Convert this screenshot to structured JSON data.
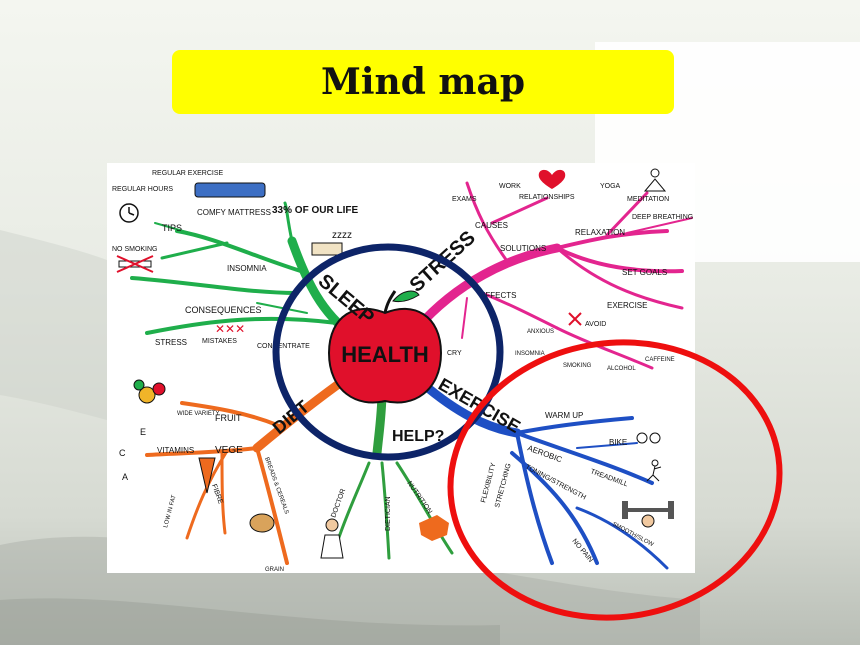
{
  "slide": {
    "title": "Mind map"
  },
  "center": {
    "label": "HEALTH"
  },
  "branches": {
    "sleep": "SLEEP",
    "stress": "STRESS",
    "exercise": "EXERCISE",
    "help": "HELP?",
    "diet": "DIET"
  },
  "sleep_nodes": {
    "regular_exercise": "REGULAR EXERCISE",
    "regular_hours": "REGULAR HOURS",
    "tips": "TIPS",
    "comfy_mattress": "COMFY MATTRESS",
    "percent_life": "33% OF OUR LIFE",
    "zzz": "zzzz",
    "no_smoking": "NO SMOKING",
    "insomnia": "INSOMNIA",
    "consequences": "CONSEQUENCES",
    "stress": "STRESS",
    "mistakes": "MISTAKES",
    "concentrate": "CONCENTRATE"
  },
  "stress_nodes": {
    "exams": "EXAMS",
    "work": "WORK",
    "relationships": "RELATIONSHIPS",
    "yoga": "YOGA",
    "meditation": "MEDITATION",
    "causes": "CAUSES",
    "relaxation": "RELAXATION",
    "deep_breathing": "DEEP BREATHING",
    "solutions": "SOLUTIONS",
    "set_goals": "SET GOALS",
    "effects": "EFFECTS",
    "exercise": "EXERCISE",
    "anxious": "ANXIOUS",
    "avoid": "AVOID",
    "cry": "CRY",
    "insomnia": "INSOMNIA",
    "smoking": "SMOKING",
    "alcohol": "ALCOHOL",
    "caffeine": "CAFFEINE"
  },
  "exercise_nodes": {
    "warm_up": "WARM UP",
    "bike": "BIKE",
    "aerobic": "AEROBIC",
    "treadmill": "TREADMILL",
    "flexibility": "FLEXIBILITY",
    "stretching": "STRETCHING",
    "toning": "TONING/STRENGTH",
    "smooth": "SMOOTH/SLOW",
    "no_pain": "NO PAIN"
  },
  "help_nodes": {
    "doctor": "DOCTOR",
    "dietician": "DIETICIAN",
    "nutrition": "NUTRITION"
  },
  "diet_nodes": {
    "fruit": "FRUIT",
    "wide_variety": "WIDE VARIETY",
    "vege": "VEGE",
    "vitamins": "VITAMINS",
    "vit_e": "E",
    "vit_c": "C",
    "vit_a": "A",
    "low_fat": "LOW IN FAT",
    "fibre": "FIBRE",
    "breads": "BREADS & CEREALS",
    "grain": "GRAIN"
  },
  "colors": {
    "banner": "#ffff00",
    "sleep_branch": "#1fae4b",
    "stress_branch": "#e3258f",
    "exercise_branch": "#1e4fc4",
    "diet_branch": "#ee6a1e",
    "help_branch": "#2f9e3e",
    "apple": "#e0102b",
    "navy_ring": "#0d2468",
    "red_ring": "#ee0f0f"
  },
  "icons": [
    "clock-icon",
    "mattress-icon",
    "no-smoking-icon",
    "bed-icon",
    "apple-icon",
    "broken-heart-icon",
    "meditation-icon",
    "dumbbell-icon",
    "bike-icon",
    "runner-icon",
    "fruit-basket-icon",
    "carrot-icon",
    "doctor-icon",
    "australia-icon"
  ]
}
